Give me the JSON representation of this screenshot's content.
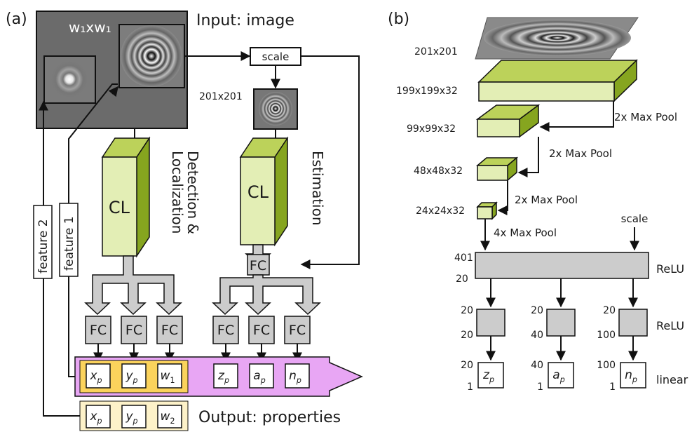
{
  "panel_a": {
    "label": "(a)",
    "input_label": "Input: image",
    "window_label": "w₁xw₁",
    "scale_label": "scale",
    "crop_label": "201x201",
    "cl_label": "CL",
    "detection_label_1": "Detection &",
    "detection_label_2": "Localization",
    "estimation_label": "Estimation",
    "fc_label": "FC",
    "feature1": "feature 1",
    "feature2": "feature 2",
    "outputs_row1": [
      {
        "base": "x",
        "sub": "p"
      },
      {
        "base": "y",
        "sub": "p"
      },
      {
        "base": "w",
        "sub": "1"
      },
      {
        "base": "z",
        "sub": "p"
      },
      {
        "base": "a",
        "sub": "p"
      },
      {
        "base": "n",
        "sub": "p"
      }
    ],
    "outputs_row2": [
      {
        "base": "x",
        "sub": "p"
      },
      {
        "base": "y",
        "sub": "p"
      },
      {
        "base": "w",
        "sub": "2"
      }
    ],
    "output_label": "Output: properties"
  },
  "panel_b": {
    "label": "(b)",
    "layers": [
      "201x201",
      "199x199x32",
      "99x99x32",
      "48x48x32",
      "24x24x32"
    ],
    "pools": [
      "2x Max Pool",
      "2x Max Pool",
      "2x Max Pool",
      "4x Max Pool"
    ],
    "scale_label": "scale",
    "dense_top": "401",
    "dense_bottom": "20",
    "relu1": "ReLU",
    "relu2": "ReLU",
    "linear": "linear",
    "branches": [
      {
        "in": "20",
        "out": "20",
        "final": "20",
        "fin": "1",
        "base": "z",
        "sub": "p"
      },
      {
        "in": "20",
        "out": "40",
        "final": "40",
        "fin": "1",
        "base": "a",
        "sub": "p"
      },
      {
        "in": "20",
        "out": "100",
        "final": "100",
        "fin": "1",
        "base": "n",
        "sub": "p"
      }
    ]
  },
  "colors": {
    "green_light": "#e3eeb5",
    "green_mid": "#bcd25a",
    "green_dark": "#86a51f",
    "purple": "#e8a6f4",
    "yellow": "#fbd35c",
    "yellow_light": "#fdf2c9",
    "gray_box": "#cccccc",
    "dark_image": "#6b6b6b"
  }
}
